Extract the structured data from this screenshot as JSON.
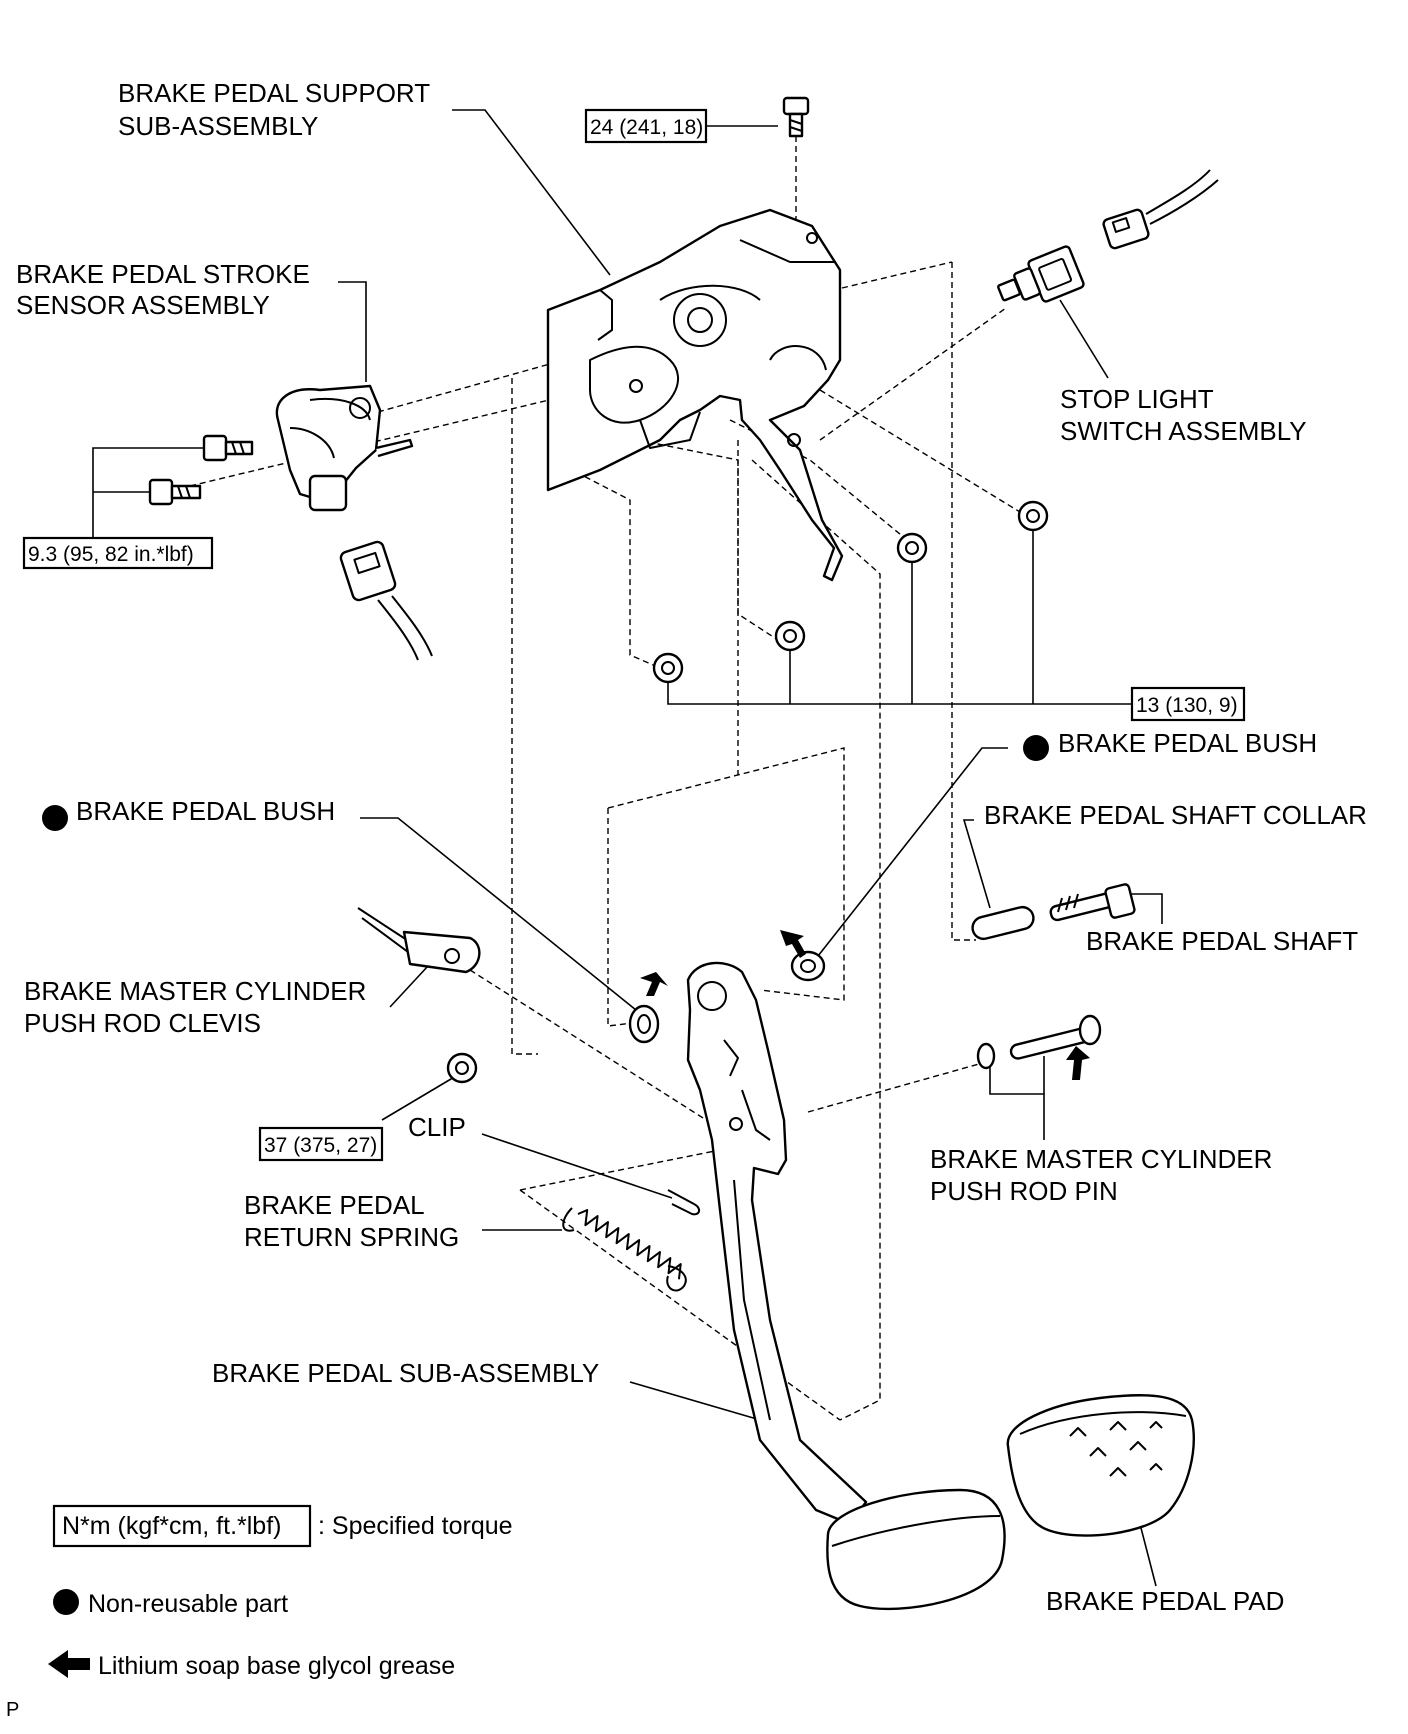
{
  "labels": {
    "support_l1": "BRAKE PEDAL SUPPORT",
    "support_l2": "SUB-ASSEMBLY",
    "stroke_l1": "BRAKE PEDAL STROKE",
    "stroke_l2": "SENSOR ASSEMBLY",
    "stoplight_l1": "STOP LIGHT",
    "stoplight_l2": "SWITCH ASSEMBLY",
    "bush_left": "BRAKE PEDAL BUSH",
    "bush_right": "BRAKE PEDAL BUSH",
    "shaft_collar": "BRAKE PEDAL SHAFT COLLAR",
    "shaft": "BRAKE PEDAL SHAFT",
    "clevis_l1": "BRAKE MASTER CYLINDER",
    "clevis_l2": "PUSH ROD CLEVIS",
    "clip": "CLIP",
    "spring_l1": "BRAKE PEDAL",
    "spring_l2": "RETURN SPRING",
    "pin_l1": "BRAKE MASTER CYLINDER",
    "pin_l2": "PUSH ROD PIN",
    "pedal_sub": "BRAKE PEDAL SUB-ASSEMBLY",
    "pad": "BRAKE PEDAL PAD",
    "corner": "P"
  },
  "torques": {
    "t24": "24 (241, 18)",
    "t93": "9.3 (95, 82 in.*lbf)",
    "t13": "13 (130, 9)",
    "t37": "37 (375, 27)"
  },
  "legend": {
    "torque_box": "N*m (kgf*cm, ft.*lbf)",
    "torque_text": ": Specified torque",
    "nonreusable": "Non-reusable part",
    "grease": "Lithium soap base glycol grease"
  }
}
